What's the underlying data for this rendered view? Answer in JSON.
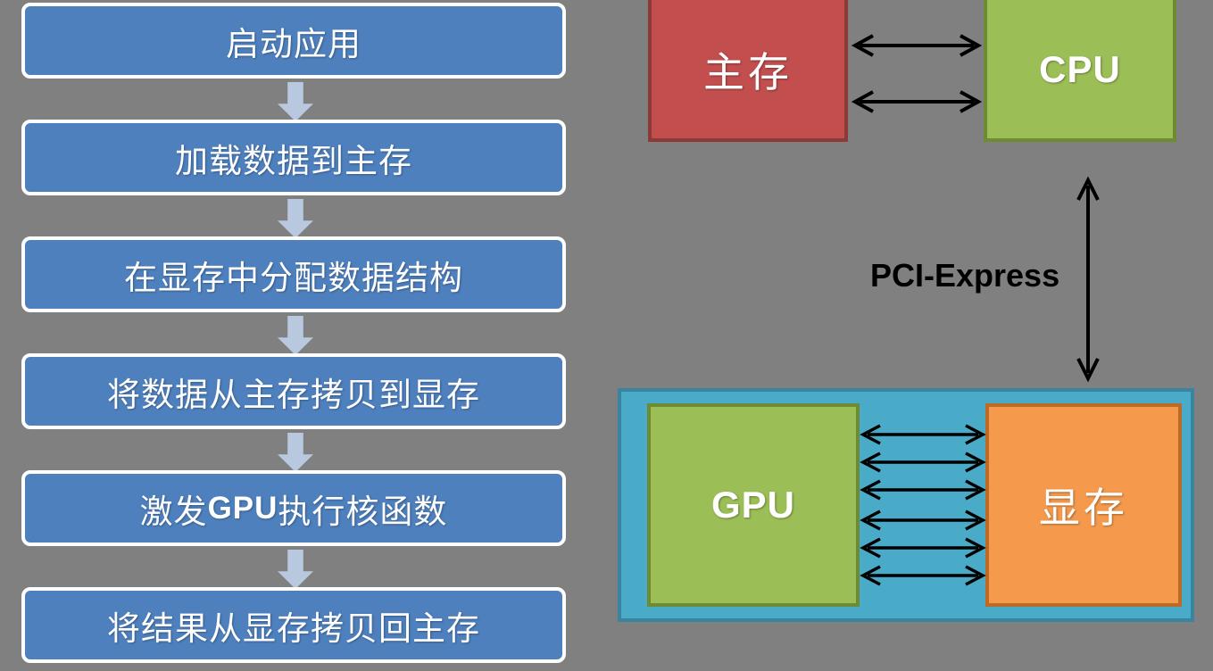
{
  "background_color": "#808080",
  "flowchart": {
    "box_fill": "#4E80BE",
    "box_border": "#FFFFFF",
    "arrow_color": "#B8C8DE",
    "steps": [
      {
        "id": "step-1",
        "label": "启动应用"
      },
      {
        "id": "step-2",
        "label": "加载数据到主存"
      },
      {
        "id": "step-3",
        "label": "在显存中分配数据结构"
      },
      {
        "id": "step-4",
        "label": "将数据从主存拷贝到显存"
      },
      {
        "id": "step-5",
        "label_pre": "激发",
        "label_mid": "GPU",
        "label_post": "执行核函数"
      },
      {
        "id": "step-6",
        "label": "将结果从显存拷贝回主存"
      }
    ]
  },
  "architecture": {
    "main_memory": {
      "label": "主存",
      "fill": "#C24E4E",
      "border": "#8C3A36"
    },
    "cpu": {
      "label": "CPU",
      "fill": "#9CBE57",
      "border": "#6E8A33"
    },
    "gpu_card": {
      "fill": "#49ABC8",
      "border": "#3A84A0"
    },
    "gpu": {
      "label": "GPU",
      "fill": "#9CBE57",
      "border": "#6E8A33"
    },
    "vram": {
      "label": "显存",
      "fill": "#F59A4C",
      "border": "#BC6A25"
    },
    "bus_label": "PCI-Express",
    "arrow_color": "#000000",
    "mem_cpu_link_count": 2,
    "gpu_vram_link_count": 6,
    "pcie_link_count": 1
  }
}
